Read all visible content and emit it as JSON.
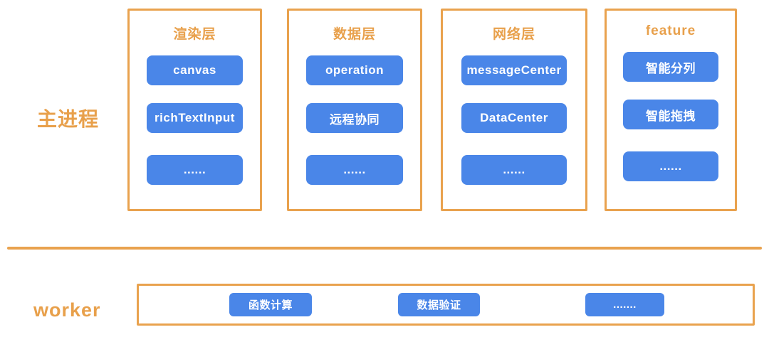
{
  "colors": {
    "accent_orange": "#E9A24E",
    "label_orange": "#E8A04B",
    "node_blue": "#4A86E8",
    "node_text": "#FFFFFF",
    "background": "#FFFFFF"
  },
  "main_process": {
    "label": "主进程",
    "columns": [
      {
        "title": "渲染层",
        "items": [
          "canvas",
          "richTextInput",
          "......"
        ]
      },
      {
        "title": "数据层",
        "items": [
          "operation",
          "远程协同",
          "......"
        ]
      },
      {
        "title": "网络层",
        "items": [
          "messageCenter",
          "DataCenter",
          "......"
        ]
      },
      {
        "title": "feature",
        "items": [
          "智能分列",
          "智能拖拽",
          "......"
        ]
      }
    ]
  },
  "worker": {
    "label": "worker",
    "items": [
      "函数计算",
      "数据验证",
      "......."
    ]
  }
}
